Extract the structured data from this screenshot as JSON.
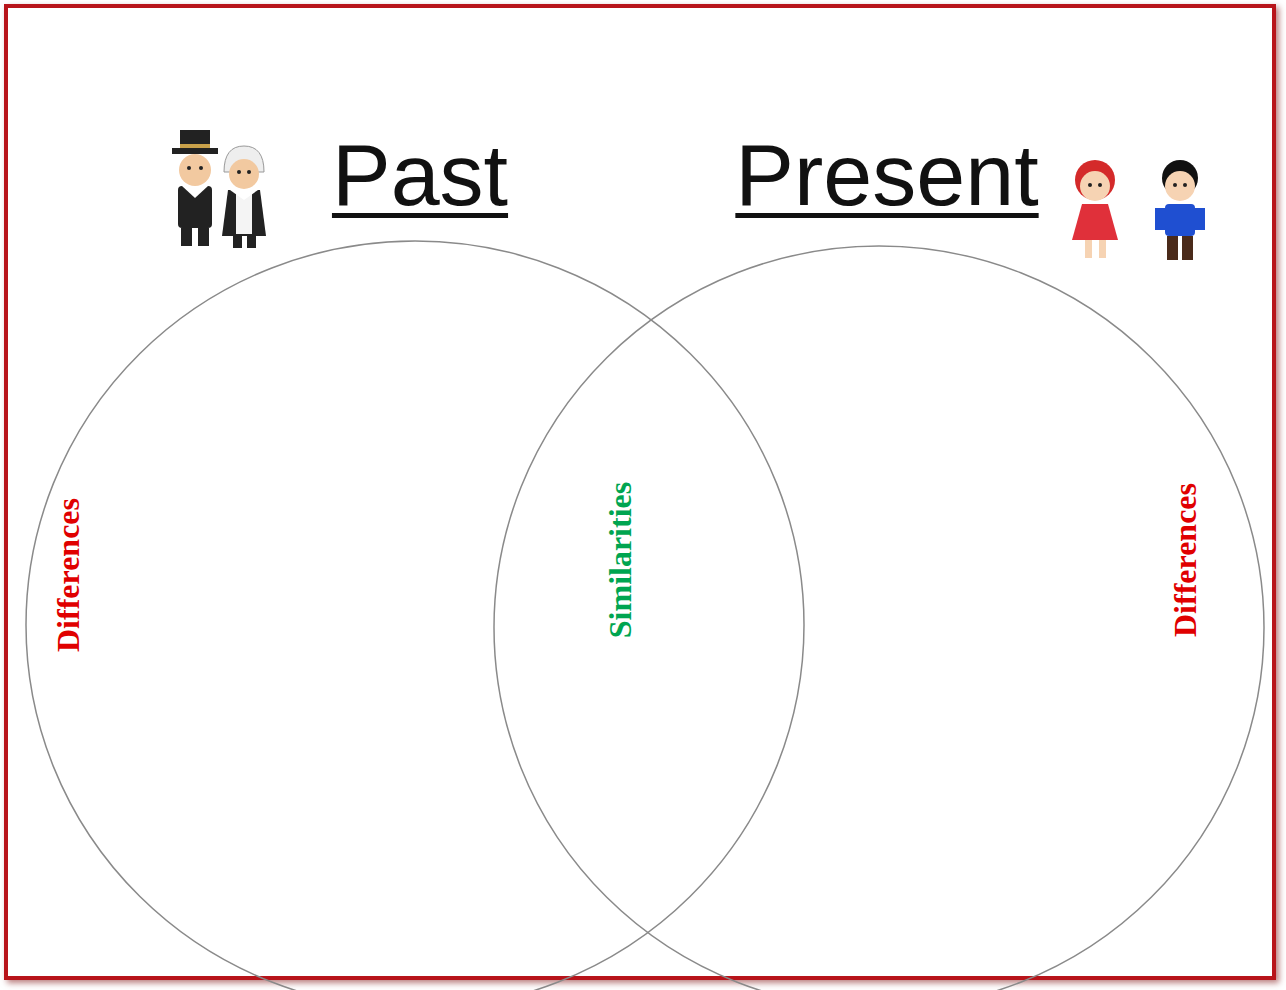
{
  "diagram": {
    "nodes": [
      {
        "text": [
          "Past",
          "Differences"
        ]
      },
      {
        "text": [
          "Present",
          "Differences"
        ]
      }
    ],
    "labels": [
      "Similarities"
    ]
  }
}
